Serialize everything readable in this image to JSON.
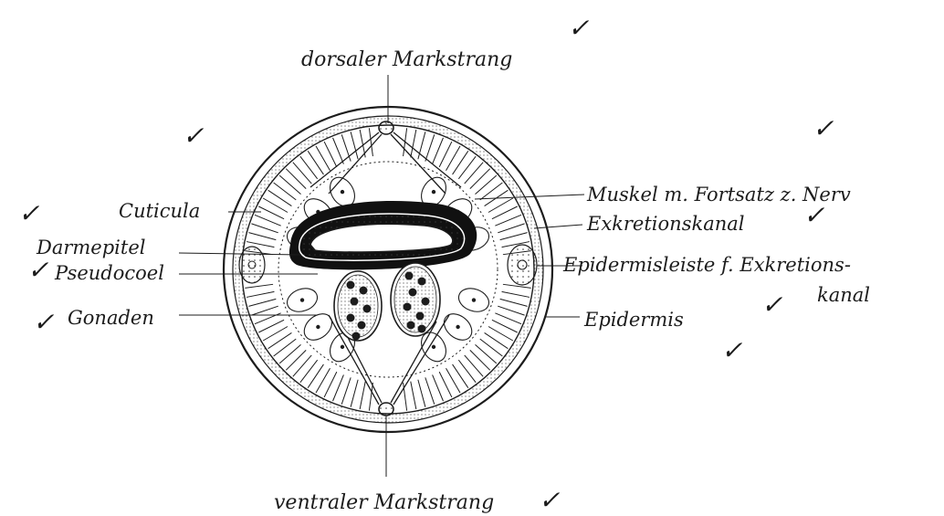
{
  "diagram": {
    "labels": {
      "dorsal": "dorsaler Markstrang",
      "ventral": "ventraler Markstrang",
      "cuticula": "Cuticula",
      "darmepithel": "Darmepitel",
      "pseudocoel": "Pseudocoel",
      "gonaden": "Gonaden",
      "muskel": "Muskel m. Fortsatz z. Nerv",
      "exkretionskanal": "Exkretionskanal",
      "epidermisleiste": "Epidermisleiste f. Exkretions-",
      "kanal": "kanal",
      "epidermis": "Epidermis"
    },
    "checkmark_symbol": "✓",
    "ink_color": "#1c1c1c"
  }
}
